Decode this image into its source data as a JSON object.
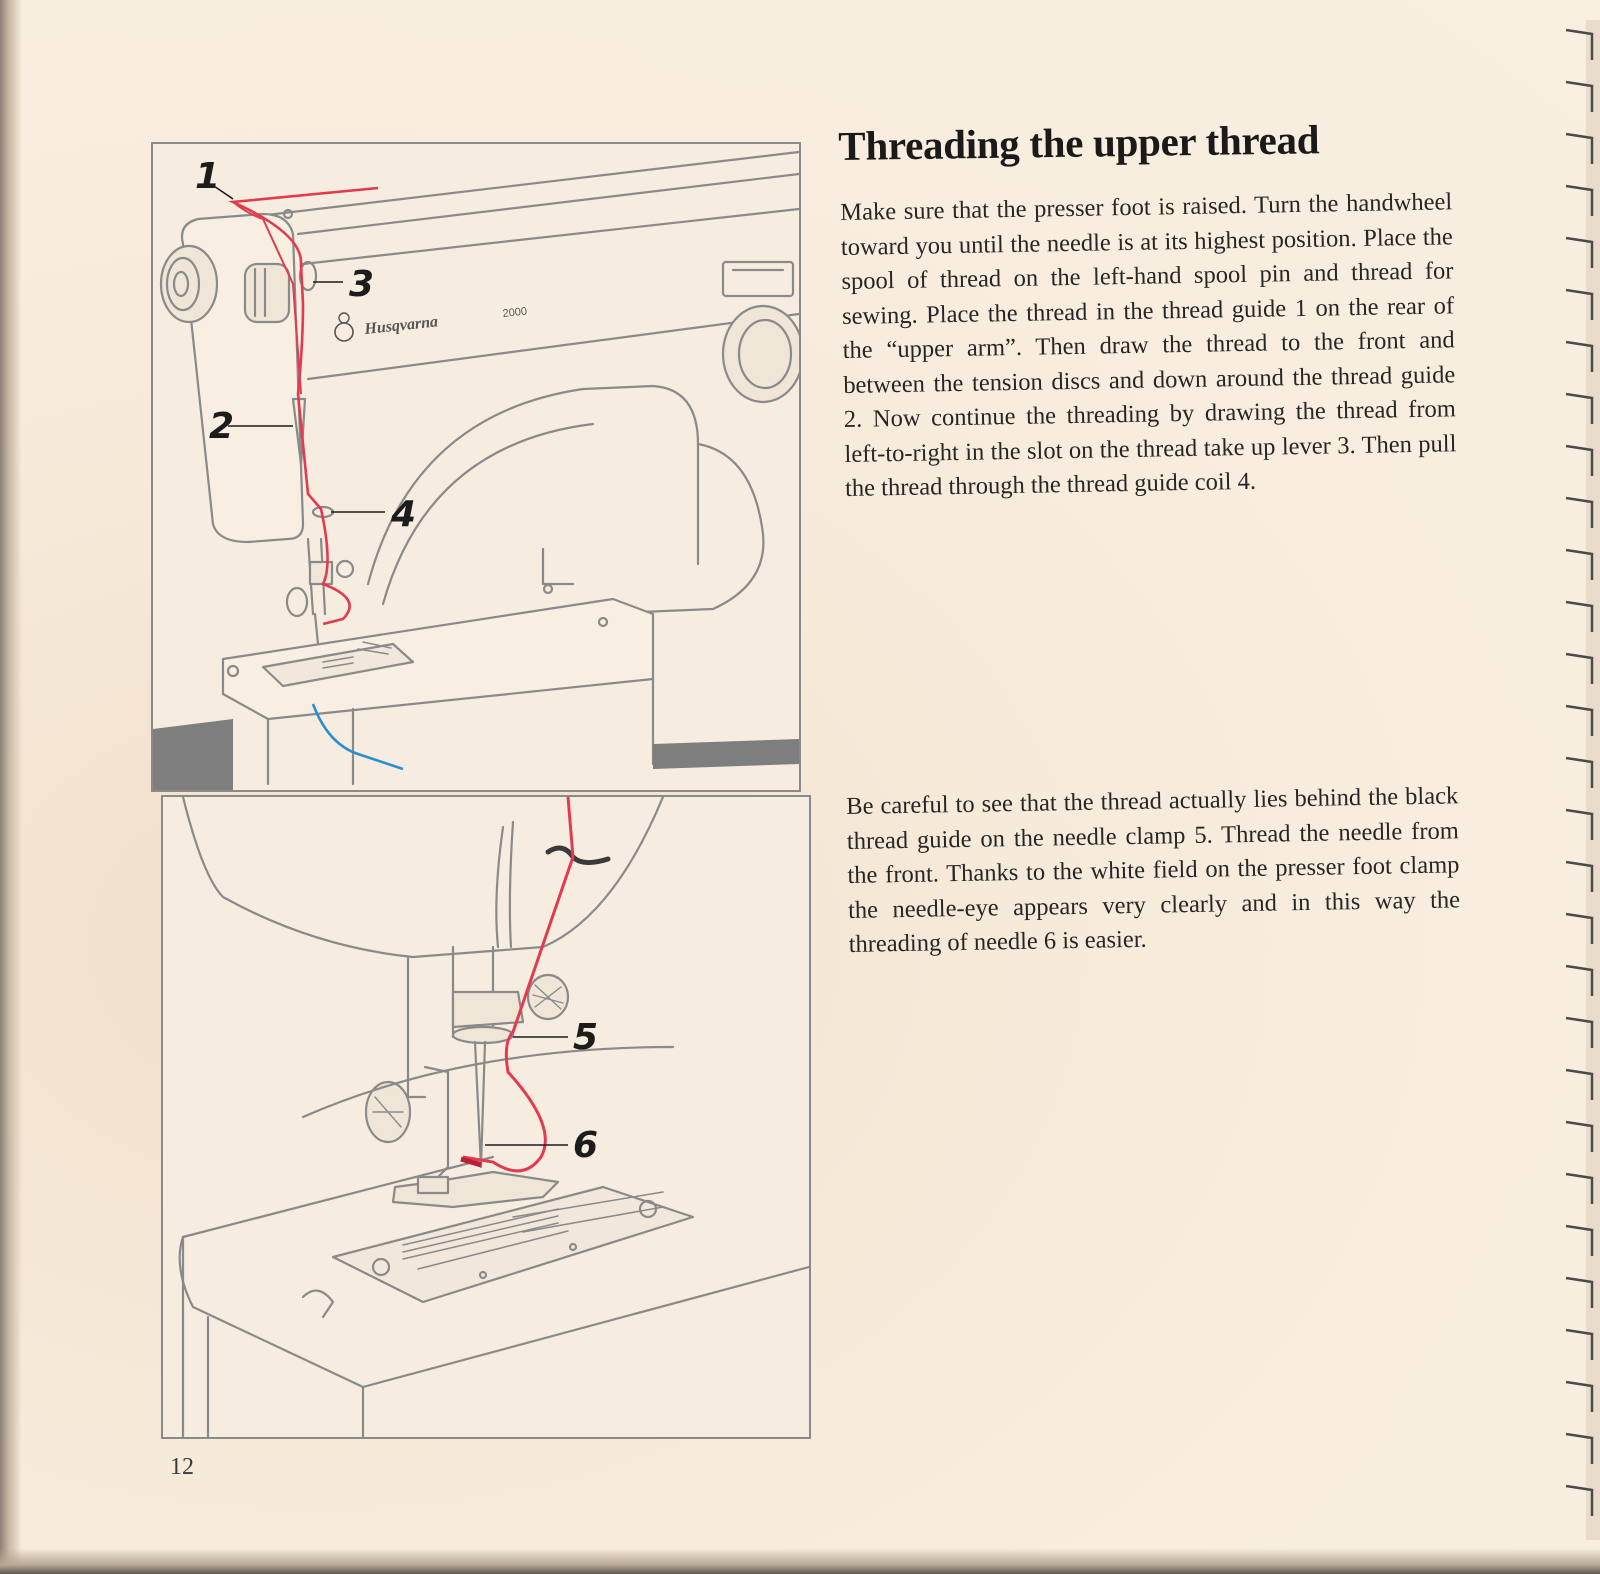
{
  "page": {
    "title": "Threading the upper thread",
    "paragraphs": [
      "Make sure that the presser foot is raised. Turn the handwheel toward you until the needle is at its highest position. Place the spool of thread on the left-hand spool pin and thread for sewing. Place the thread in the thread guide 1 on the rear of the “upper arm”. Then draw the thread to the front and between the tension discs and down around the thread guide 2. Now continue the threading by drawing the thread from left-to-right in the slot on the thread take up lever 3. Then pull the thread through the thread guide coil 4.",
      "Be careful to see that the thread actually lies behind the black thread guide on the needle clamp 5. Thread the needle from the front. Thanks to the white field on the presser foot clamp the needle-eye appears very clearly and in this way the threading of needle 6 is easier."
    ],
    "page_number": "12"
  },
  "figures": {
    "top": {
      "brand": "Husqvarna",
      "model": "2000",
      "callouts": [
        "1",
        "2",
        "3",
        "4"
      ]
    },
    "bottom": {
      "callouts": [
        "5",
        "6"
      ]
    }
  },
  "colors": {
    "paper": "#f7ecdc",
    "upper_thread": "#e23a4e",
    "lower_thread": "#2a8fd0",
    "line_art": "#8a8a8a",
    "text": "#262626"
  }
}
